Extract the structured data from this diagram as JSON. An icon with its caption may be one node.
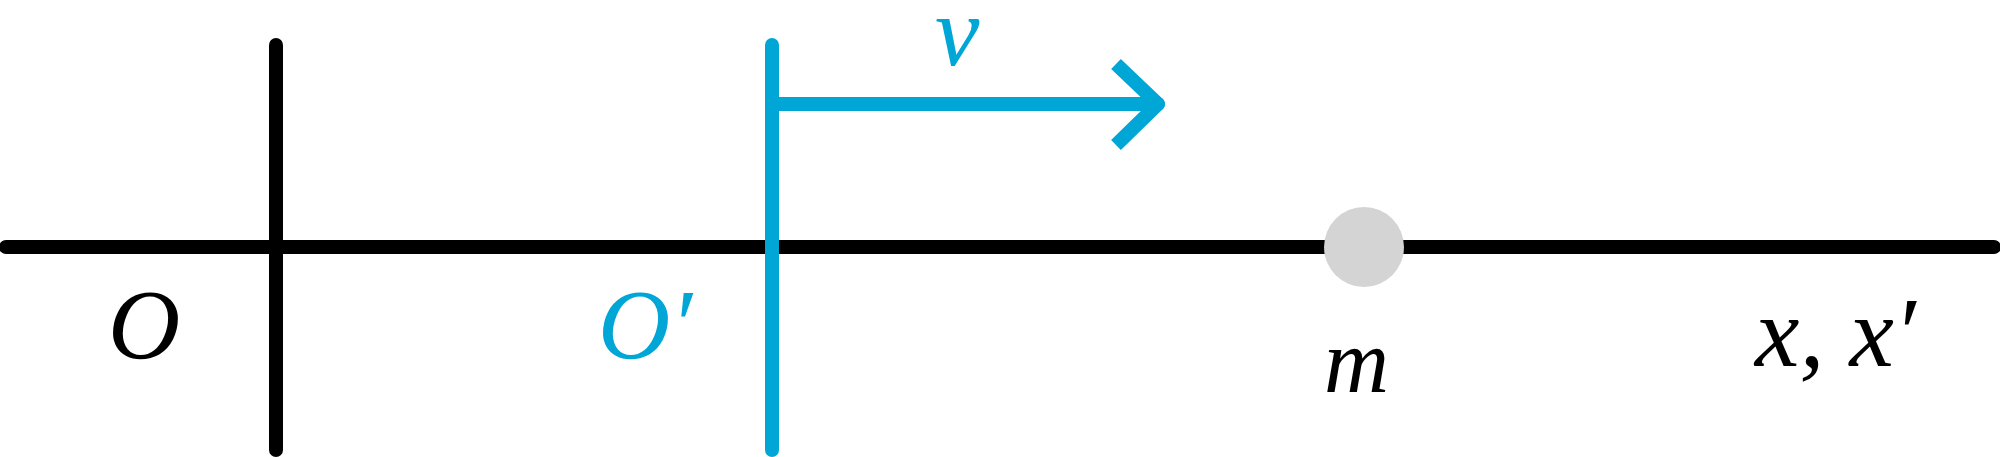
{
  "diagram": {
    "nodes": [
      {
        "text": [],
        "shape": "circle",
        "beside": [
          "m"
        ]
      }
    ],
    "labels": [
      "v",
      "O",
      "O′",
      "x, x′"
    ]
  }
}
